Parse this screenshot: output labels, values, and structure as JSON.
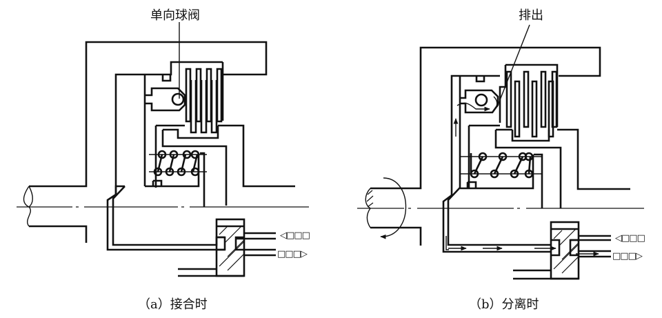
{
  "figure": {
    "panel_a": {
      "caption": "（a）接合时",
      "callout": "单向球阀",
      "port_in_symbol": "◁□□□",
      "port_out_symbol": "□□□▷"
    },
    "panel_b": {
      "caption": "（b）分离时",
      "callout": "排出",
      "port_in_symbol": "◁□□□",
      "port_out_symbol": "□□□▷"
    }
  },
  "colors": {
    "line": "#111111",
    "background": "#ffffff"
  }
}
